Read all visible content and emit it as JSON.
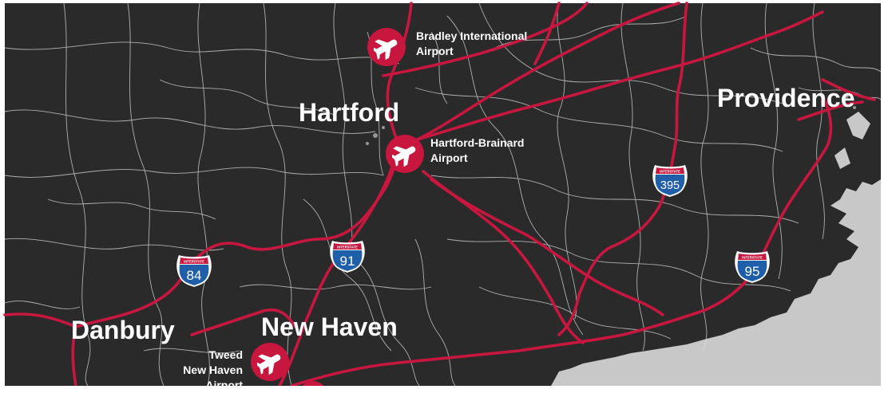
{
  "colors": {
    "land": "#2b2a2a",
    "water": "#c8c8c8",
    "minor_roads": "#dcdcdc",
    "highways": "#c8173f",
    "airport_marker": "#c8173f",
    "shield_blue": "#1f5ea8",
    "shield_red": "#c8173f",
    "label_text": "#ffffff"
  },
  "cities": [
    {
      "id": "hartford",
      "name": "Hartford"
    },
    {
      "id": "providence",
      "name": "Providence"
    },
    {
      "id": "new-haven",
      "name": "New Haven"
    },
    {
      "id": "danbury",
      "name": "Danbury"
    }
  ],
  "airports": [
    {
      "id": "bradley",
      "line1": "Bradley International",
      "line2": "Airport",
      "icon": "airplane-icon"
    },
    {
      "id": "hartford-brainard",
      "line1": "Hartford-Brainard",
      "line2": "Airport",
      "icon": "airplane-icon"
    },
    {
      "id": "tweed",
      "line1": "Tweed",
      "line2": "New  Haven",
      "line3": "Airport",
      "icon": "airplane-icon"
    }
  ],
  "shields": [
    {
      "id": "i84",
      "header": "INTERSTATE",
      "number": "84"
    },
    {
      "id": "i91",
      "header": "INTERSTATE",
      "number": "91"
    },
    {
      "id": "i395",
      "header": "INTERSTATE",
      "number": "395"
    },
    {
      "id": "i95",
      "header": "INTERSTATE",
      "number": "95"
    }
  ]
}
